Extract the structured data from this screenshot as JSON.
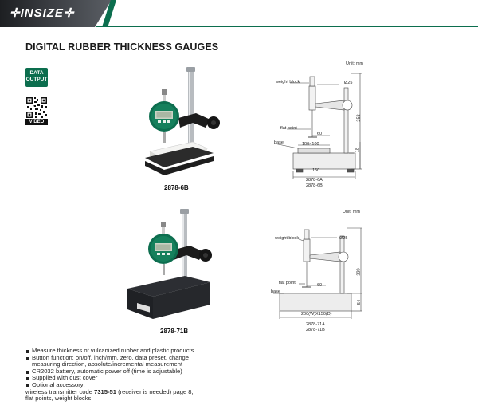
{
  "header": {
    "logo_text": "INSIZE",
    "accent_color": "#0c6e4e"
  },
  "title": "DIGITAL RUBBER THICKNESS GAUGES",
  "badges": {
    "data_output": [
      "DATA",
      "OUTPUT"
    ],
    "video": "VIDEO"
  },
  "products": [
    {
      "model": "2878-6B",
      "diagram": {
        "unit": "Unit: mm",
        "labels": {
          "weight_block": "weight block",
          "flat_point": "flat point",
          "base": "base",
          "dia": "Ø25",
          "height": "252",
          "step": "60",
          "base_size": "100×100",
          "base_h": "18",
          "width": "160",
          "models": [
            "2878-6A",
            "2878-6B"
          ]
        }
      }
    },
    {
      "model": "2878-71B",
      "diagram": {
        "unit": "Unit: mm",
        "labels": {
          "weight_block": "weight block",
          "flat_point": "flat point",
          "base": "base",
          "dia": "Ø25",
          "height": "220",
          "step": "60",
          "base_size": "200(W)X150(D)",
          "base_h": "54",
          "models": [
            "2878-71A",
            "2878-71B"
          ]
        }
      }
    }
  ],
  "features": [
    "Measure thickness of vulcanized rubber and plastic products",
    "Button function: on/off, inch/mm, zero, data preset, change",
    "measuring direction, absolute/incremental measurement",
    "CR2032 battery, automatic power off (time is adjustable)",
    "Supplied with dust cover",
    "Optional accessory:",
    "wireless transmitter code ",
    "7315-51",
    " (receiver is needed) page 8,",
    "flat points, weight blocks"
  ]
}
